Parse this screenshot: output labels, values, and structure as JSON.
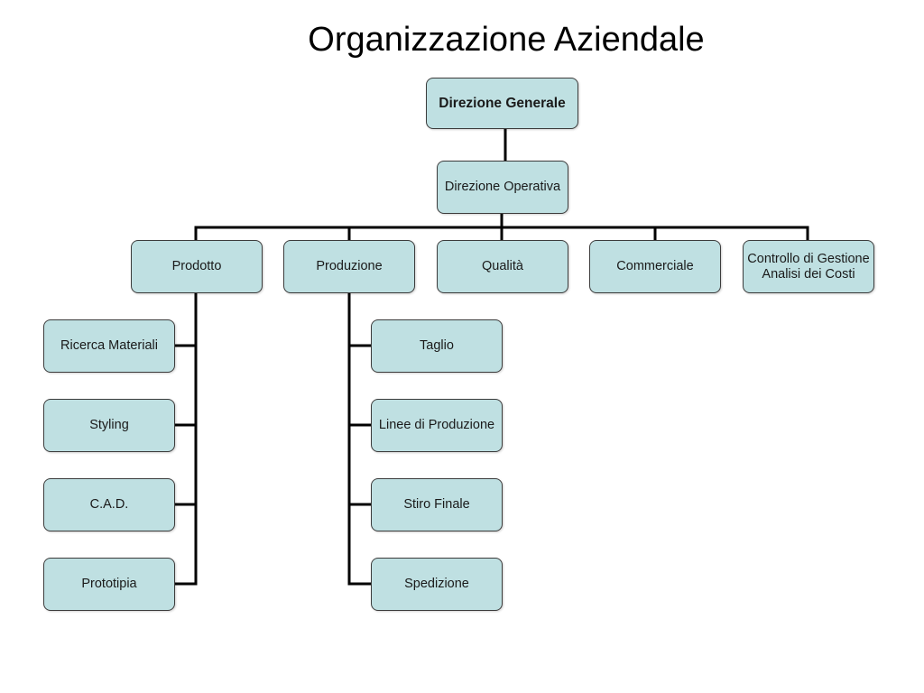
{
  "title": "Organizzazione Aziendale",
  "colors": {
    "node_fill": "#bfe0e2",
    "node_border": "#3c3c3c",
    "connector": "#000000",
    "background": "#ffffff"
  },
  "org": {
    "direzione_generale": "Direzione Generale",
    "direzione_operativa": "Direzione Operativa",
    "departments": [
      {
        "lines": [
          "Prodotto"
        ]
      },
      {
        "lines": [
          "Produzione"
        ]
      },
      {
        "lines": [
          "Qualità"
        ]
      },
      {
        "lines": [
          "Commerciale"
        ]
      },
      {
        "lines": [
          "Controllo di Gestione",
          "Analisi dei Costi"
        ]
      }
    ],
    "prodotto_units": [
      "Ricerca Materiali",
      "Styling",
      "C.A.D.",
      "Prototipia"
    ],
    "produzione_units": [
      "Taglio",
      "Linee di Produzione",
      "Stiro Finale",
      "Spedizione"
    ]
  }
}
